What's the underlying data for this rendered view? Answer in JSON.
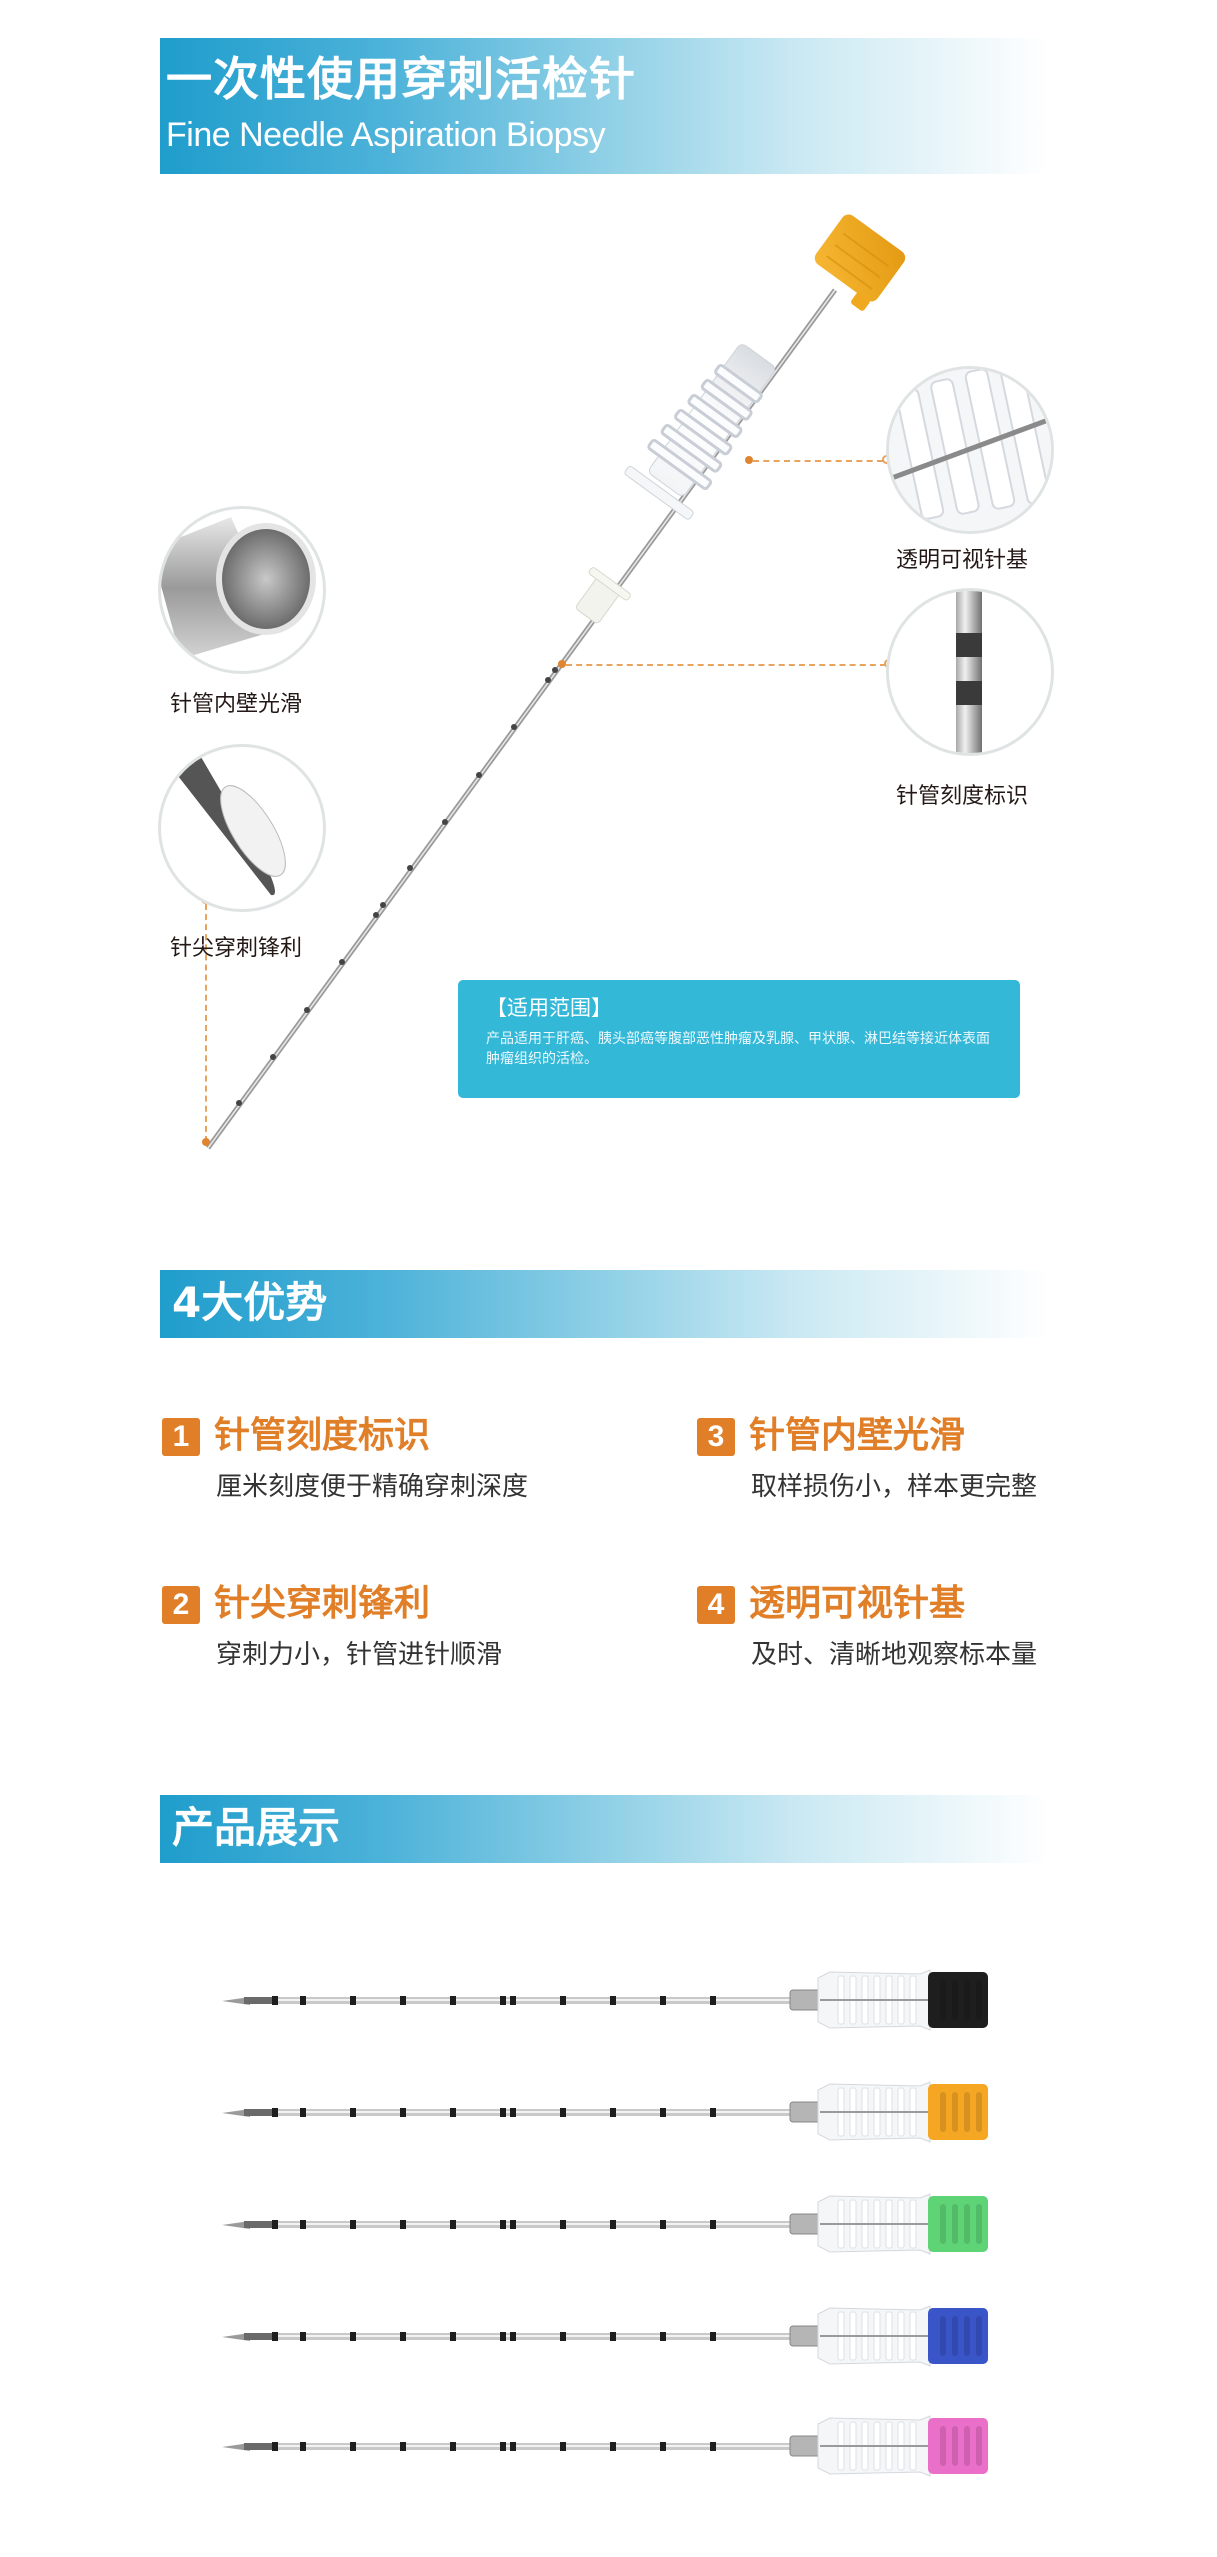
{
  "hero": {
    "title_cn": "一次性使用穿刺活检针",
    "title_en": "Fine  Needle Aspiration Biopsy"
  },
  "callouts": [
    {
      "label": "针管内壁光滑",
      "icon": "smooth-inner-wall-closeup"
    },
    {
      "label": "针尖穿刺锋利",
      "icon": "sharp-needle-tip-closeup"
    },
    {
      "label": "透明可视针基",
      "icon": "transparent-hub-closeup"
    },
    {
      "label": "针管刻度标识",
      "icon": "scale-markings-closeup"
    }
  ],
  "scope": {
    "title": "【适用范围】",
    "body": "产品适用于肝癌、胰头部癌等腹部恶性肿瘤及乳腺、甲状腺、淋巴结等接近体表面肿瘤组织的活检。"
  },
  "advantages": {
    "title": "4大优势",
    "items": [
      {
        "num": "1",
        "title": "针管刻度标识",
        "desc": "厘米刻度便于精确穿刺深度"
      },
      {
        "num": "2",
        "title": "针尖穿刺锋利",
        "desc": "穿刺力小，针管进针顺滑"
      },
      {
        "num": "3",
        "title": "针管内壁光滑",
        "desc": "取样损伤小，样本更完整"
      },
      {
        "num": "4",
        "title": "透明可视针基",
        "desc": "及时、清晰地观察标本量"
      }
    ]
  },
  "showcase": {
    "title": "产品展示",
    "needles": [
      {
        "cap_color": "#1e1e1e",
        "name": "black-cap-needle"
      },
      {
        "cap_color": "#f5a623",
        "name": "orange-cap-needle"
      },
      {
        "cap_color": "#5fd476",
        "name": "green-cap-needle"
      },
      {
        "cap_color": "#3a55c8",
        "name": "blue-cap-needle"
      },
      {
        "cap_color": "#ea6fc9",
        "name": "pink-cap-needle"
      }
    ]
  },
  "colors": {
    "banner_blue": "#1f9dcc",
    "accent_orange": "#e07f28",
    "info_box": "#33b8d8",
    "hero_cap": "#f2a81d"
  }
}
